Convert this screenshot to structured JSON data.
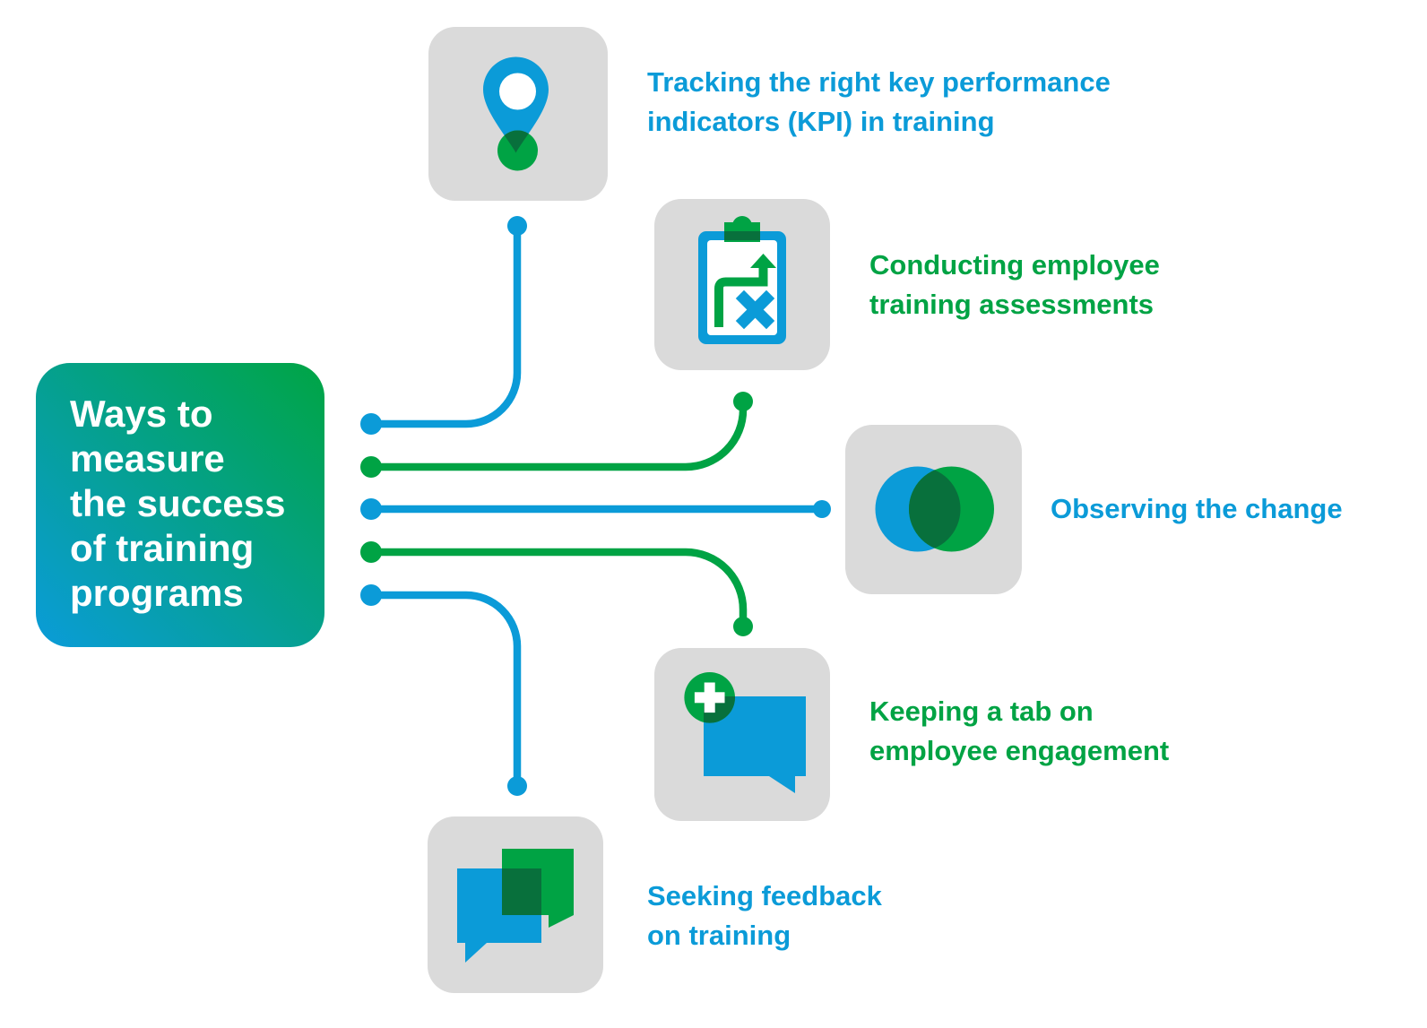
{
  "title": {
    "text": "Ways to\nmeasure\nthe success\nof training\nprograms"
  },
  "colors": {
    "blue": "#0B9BD8",
    "green": "#00A344",
    "dark_green": "#08703C",
    "tile_gray": "#DADADA",
    "box_gradient_start": "#0A9CD9",
    "box_gradient_end": "#00A544"
  },
  "items": [
    {
      "id": "kpi",
      "label": "Tracking the right key performance\nindicators (KPI) in training",
      "color": "blue",
      "icon": "map-pin-icon"
    },
    {
      "id": "assessments",
      "label": "Conducting employee\ntraining assessments",
      "color": "green",
      "icon": "clipboard-strategy-icon"
    },
    {
      "id": "observing",
      "label": "Observing the change",
      "color": "blue",
      "icon": "venn-circles-icon"
    },
    {
      "id": "engagement",
      "label": "Keeping a tab on\nemployee engagement",
      "color": "green",
      "icon": "chat-plus-icon"
    },
    {
      "id": "feedback",
      "label": "Seeking feedback\non training",
      "color": "blue",
      "icon": "chat-bubbles-icon"
    }
  ]
}
